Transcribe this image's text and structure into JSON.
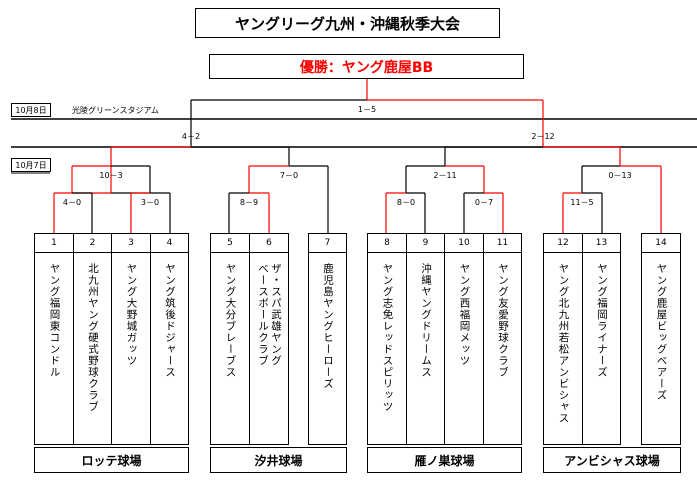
{
  "title": "ヤングリーグ九州・沖縄秋季大会",
  "winner": {
    "prefix": "優勝：",
    "team": "ヤング鹿屋BB"
  },
  "dates": [
    "10月8日",
    "10月7日"
  ],
  "top_venue": "光陵グリーンスタジアム",
  "scores": {
    "final": "1－5",
    "semi_left": "4－2",
    "semi_right": "2－12",
    "qf_1": "10－3",
    "qf_2": "7－0",
    "qf_3": "2－11",
    "qf_4": "0－13",
    "r1_1": "4－0",
    "r1_2": "3－0",
    "r1_3": "8－9",
    "r1_4": "8－0",
    "r1_5": "0－7",
    "r1_6": "11－5"
  },
  "teams": [
    {
      "num": "1",
      "name": "ヤング福岡東コンドル"
    },
    {
      "num": "2",
      "name": "北九州ヤング硬式野球クラブ"
    },
    {
      "num": "3",
      "name": "ヤング大野城ガッツ"
    },
    {
      "num": "4",
      "name": "ヤング筑後ドジャース"
    },
    {
      "num": "5",
      "name": "ヤング大分ブレーブス"
    },
    {
      "num": "6",
      "name": "ザ・スパ武雄ヤング\nベースボールクラブ"
    },
    {
      "num": "7",
      "name": "鹿児島ヤングヒーローズ"
    },
    {
      "num": "8",
      "name": "ヤング志免レッドスピリッツ"
    },
    {
      "num": "9",
      "name": "沖縄ヤングドリームス"
    },
    {
      "num": "10",
      "name": "ヤング西福岡メッツ"
    },
    {
      "num": "11",
      "name": "ヤング友愛野球クラブ"
    },
    {
      "num": "12",
      "name": "ヤング北九州若松アンビシャス"
    },
    {
      "num": "13",
      "name": "ヤング福岡ライナーズ"
    },
    {
      "num": "14",
      "name": "ヤング鹿屋ビッグベアーズ"
    }
  ],
  "venues": [
    "ロッテ球場",
    "汐井球場",
    "雁ノ巣球場",
    "アンビシャス球場"
  ],
  "colors": {
    "win_line": "#ff0000",
    "line": "#000000"
  }
}
